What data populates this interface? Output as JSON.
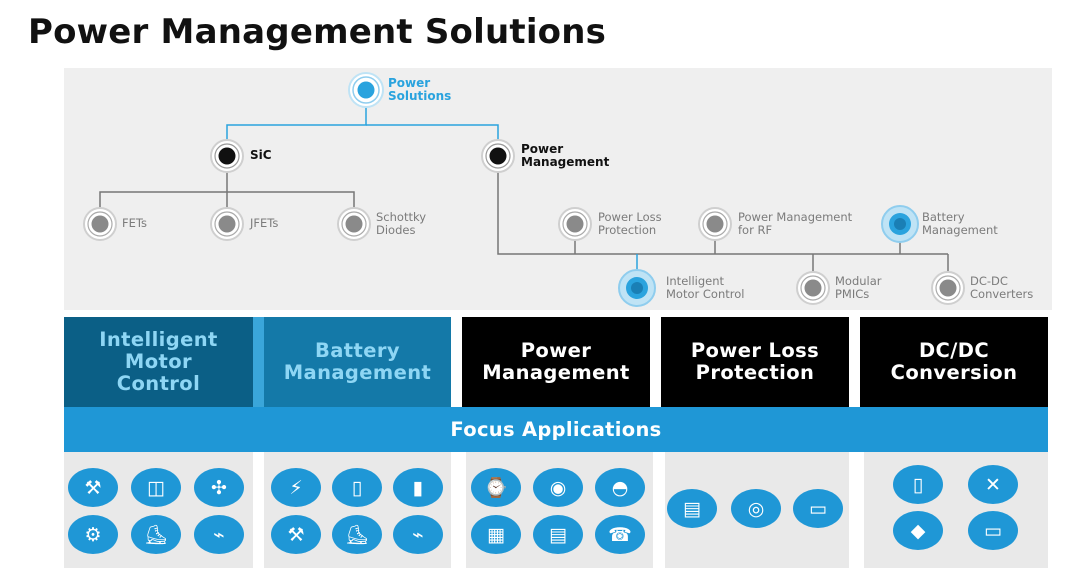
{
  "title": "Power Management Solutions",
  "tree": {
    "root": "Power\nSolutions",
    "sic": "SiC",
    "power_management": "Power\nManagement",
    "sic_children": [
      "FETs",
      "JFETs",
      "Schottky\nDiodes"
    ],
    "pm_row1": [
      "Power Loss\nProtection",
      "Power Management\nfor RF",
      "Battery\nManagement"
    ],
    "pm_row2": [
      "Intelligent\nMotor Control",
      "Modular\nPMICs",
      "DC-DC\nConverters"
    ]
  },
  "categories": [
    {
      "label": "Intelligent\nMotor\nControl",
      "color": "#0b5f86"
    },
    {
      "label": "Battery\nManagement",
      "color": "#1479a8"
    },
    {
      "label": "Power\nManagement",
      "color": "#000000"
    },
    {
      "label": "Power Loss\nProtection",
      "color": "#000000"
    },
    {
      "label": "DC/DC\nConversion",
      "color": "#000000"
    }
  ],
  "focus_label": "Focus Applications",
  "applications": [
    [
      "drill-icon",
      "fridge-icon",
      "drone-icon",
      "motor-icon",
      "scooter-icon",
      "vacuum-icon"
    ],
    [
      "charger-icon",
      "phone-icon",
      "battery-pack-icon",
      "drill-icon",
      "scooter-icon",
      "vacuum-icon"
    ],
    [
      "smartwatch-icon",
      "smart-speaker-icon",
      "camera-icon",
      "chip-icon",
      "memory-icon",
      "fax-icon"
    ],
    [
      "memory-module-icon",
      "hard-drive-icon",
      "ssd-icon"
    ],
    [
      "phone-icon",
      "satellite-icon",
      "car-icon",
      "laptop-icon"
    ]
  ],
  "colors": {
    "accent": "#1f97d6",
    "node_gray": "#8a8a8a",
    "node_black": "#111111",
    "line": "#777777"
  }
}
